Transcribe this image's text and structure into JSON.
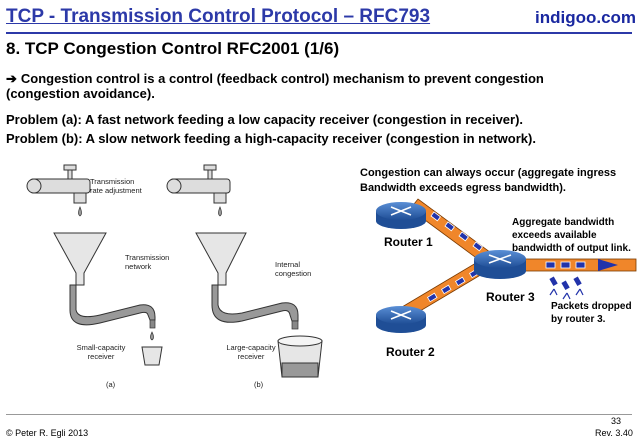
{
  "header": {
    "title": "TCP - Transmission Control Protocol – RFC793",
    "brand": "indigoo.com"
  },
  "slide": {
    "title": "8. TCP Congestion Control RFC2001 (1/6)",
    "intro_line1": "Congestion control is a control (feedback control) mechanism to prevent congestion",
    "intro_line2": "(congestion avoidance).",
    "problem_a": "Problem (a): A fast network feeding a low capacity receiver (congestion in receiver).",
    "problem_b": "Problem (b): A slow network feeding a high-capacity receiver (congestion in network)."
  },
  "figure_left": {
    "transmission_rate": [
      "Transmission",
      "rate adjustment"
    ],
    "transmission_network": [
      "Transmission",
      "network"
    ],
    "internal_congestion": [
      "Internal",
      "congestion"
    ],
    "small_receiver": [
      "Small-capacity",
      "receiver"
    ],
    "large_receiver": [
      "Large-capacity",
      "receiver"
    ],
    "caption_a": "(a)",
    "caption_b": "(b)"
  },
  "figure_right": {
    "congestion_text": [
      "Congestion can always occur (aggregate ingress",
      "Bandwidth exceeds egress bandwidth)."
    ],
    "router1": "Router 1",
    "router2": "Router 2",
    "router3": "Router 3",
    "aggregate_text": [
      "Aggregate bandwidth",
      "exceeds available",
      "bandwidth of output link."
    ],
    "dropped_text": [
      "Packets dropped",
      "by router 3."
    ],
    "colors": {
      "router": "#2a64b4",
      "link": "#f0862a",
      "packet": "#2233aa"
    }
  },
  "footer": {
    "copyright": "© Peter R. Egli 2013",
    "page": "33",
    "rev": "Rev. 3.40"
  }
}
